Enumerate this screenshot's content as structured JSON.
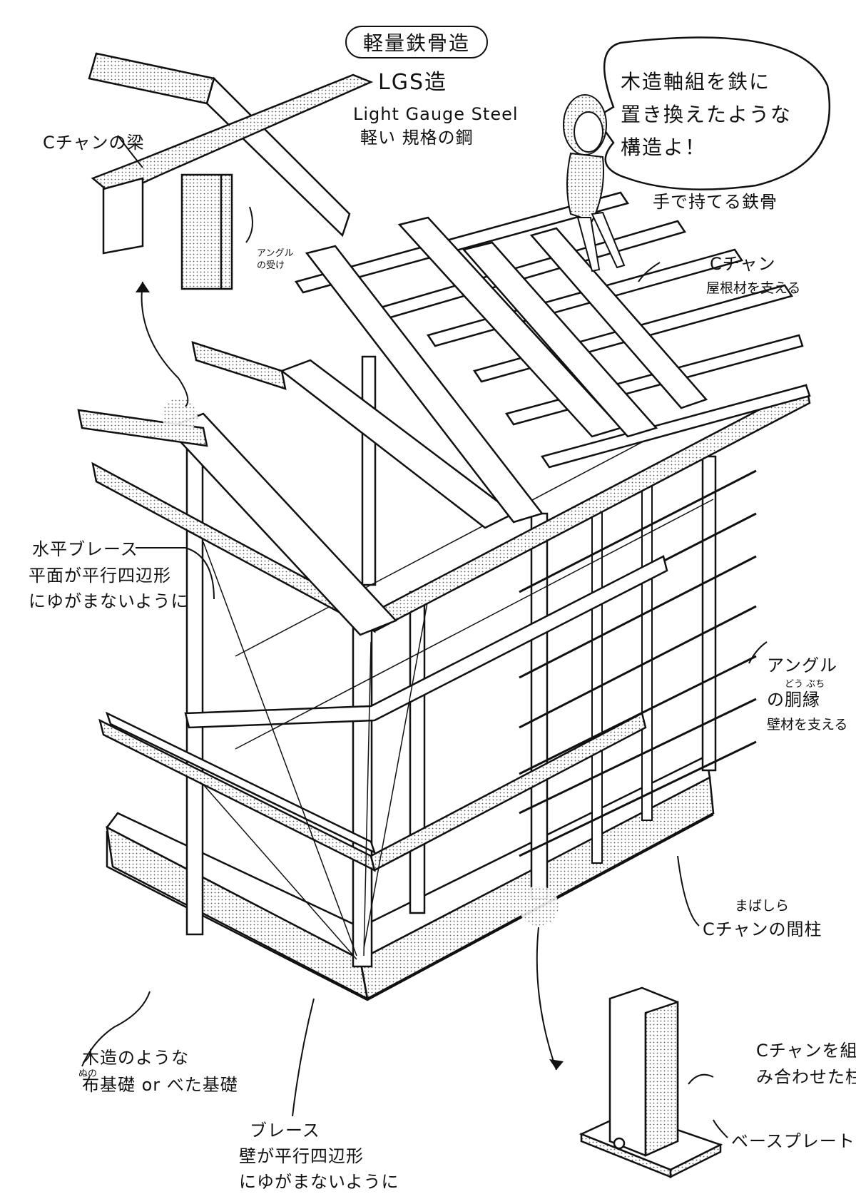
{
  "title": "軽量鉄骨造",
  "subtitle": "LGS造",
  "subtitle_expansion_en": "Light Gauge Steel",
  "subtitle_expansion_jp": "軽い 規格の鋼",
  "speech_bubble": {
    "line1": "木造軸組を鉄に",
    "line2": "置き換えたような",
    "line3": "構造よ！"
  },
  "hand_note": "手で持てる鉄骨",
  "labels": {
    "c_channel_beam": "Cチャンの梁",
    "angle_receiver": "アングルの受け",
    "c_channel_roof": "Cチャン",
    "c_channel_roof_note": "屋根材を支える",
    "horizontal_brace": "水平ブレース",
    "horizontal_brace_note1": "平面が平行四辺形",
    "horizontal_brace_note2": "にゆがまないように",
    "angle_girt": "アングル",
    "angle_girt_name": "の胴縁",
    "angle_girt_ruby": "どう ぶち",
    "angle_girt_note": "壁材を支える",
    "stud_ruby": "まばしら",
    "stud": "Cチャンの間柱",
    "foundation1": "木造のような",
    "foundation2": "布基礎 or べた基礎",
    "foundation_ruby": "ぬの",
    "brace": "ブレース",
    "brace_note1": "壁が平行四辺形",
    "brace_note2": "にゆがまないように",
    "column_combo1": "Cチャンを組",
    "column_combo2": "み合わせた柱",
    "base_plate": "ベースプレート"
  },
  "colors": {
    "ink": "#111111",
    "paper": "#ffffff",
    "halftone": "#bdbdbd"
  }
}
